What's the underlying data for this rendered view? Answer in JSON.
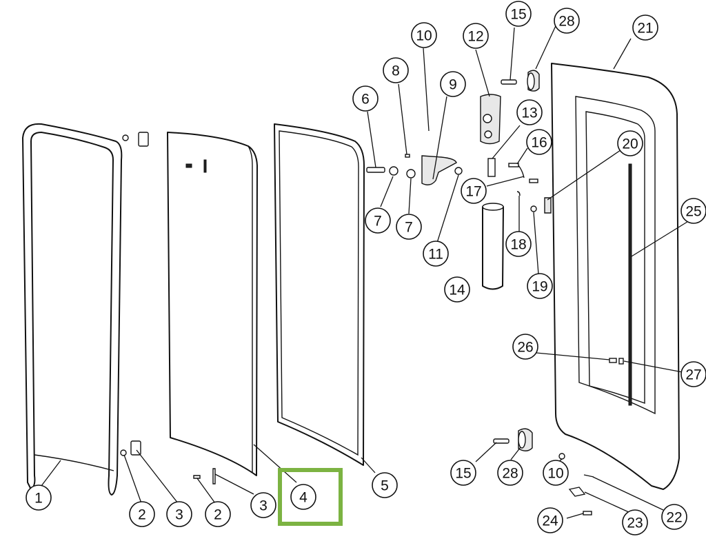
{
  "highlight_color": "#7cb342",
  "callouts": [
    {
      "label": "1"
    },
    {
      "label": "2"
    },
    {
      "label": "3"
    },
    {
      "label": "2"
    },
    {
      "label": "3"
    },
    {
      "label": "4"
    },
    {
      "label": "5"
    },
    {
      "label": "6"
    },
    {
      "label": "7"
    },
    {
      "label": "7"
    },
    {
      "label": "8"
    },
    {
      "label": "9"
    },
    {
      "label": "10"
    },
    {
      "label": "11"
    },
    {
      "label": "12"
    },
    {
      "label": "13"
    },
    {
      "label": "14"
    },
    {
      "label": "15"
    },
    {
      "label": "16"
    },
    {
      "label": "17"
    },
    {
      "label": "18"
    },
    {
      "label": "19"
    },
    {
      "label": "20"
    },
    {
      "label": "21"
    },
    {
      "label": "25"
    },
    {
      "label": "26"
    },
    {
      "label": "27"
    },
    {
      "label": "28"
    },
    {
      "label": "15"
    },
    {
      "label": "28"
    },
    {
      "label": "10"
    },
    {
      "label": "22"
    },
    {
      "label": "23"
    },
    {
      "label": "24"
    }
  ]
}
